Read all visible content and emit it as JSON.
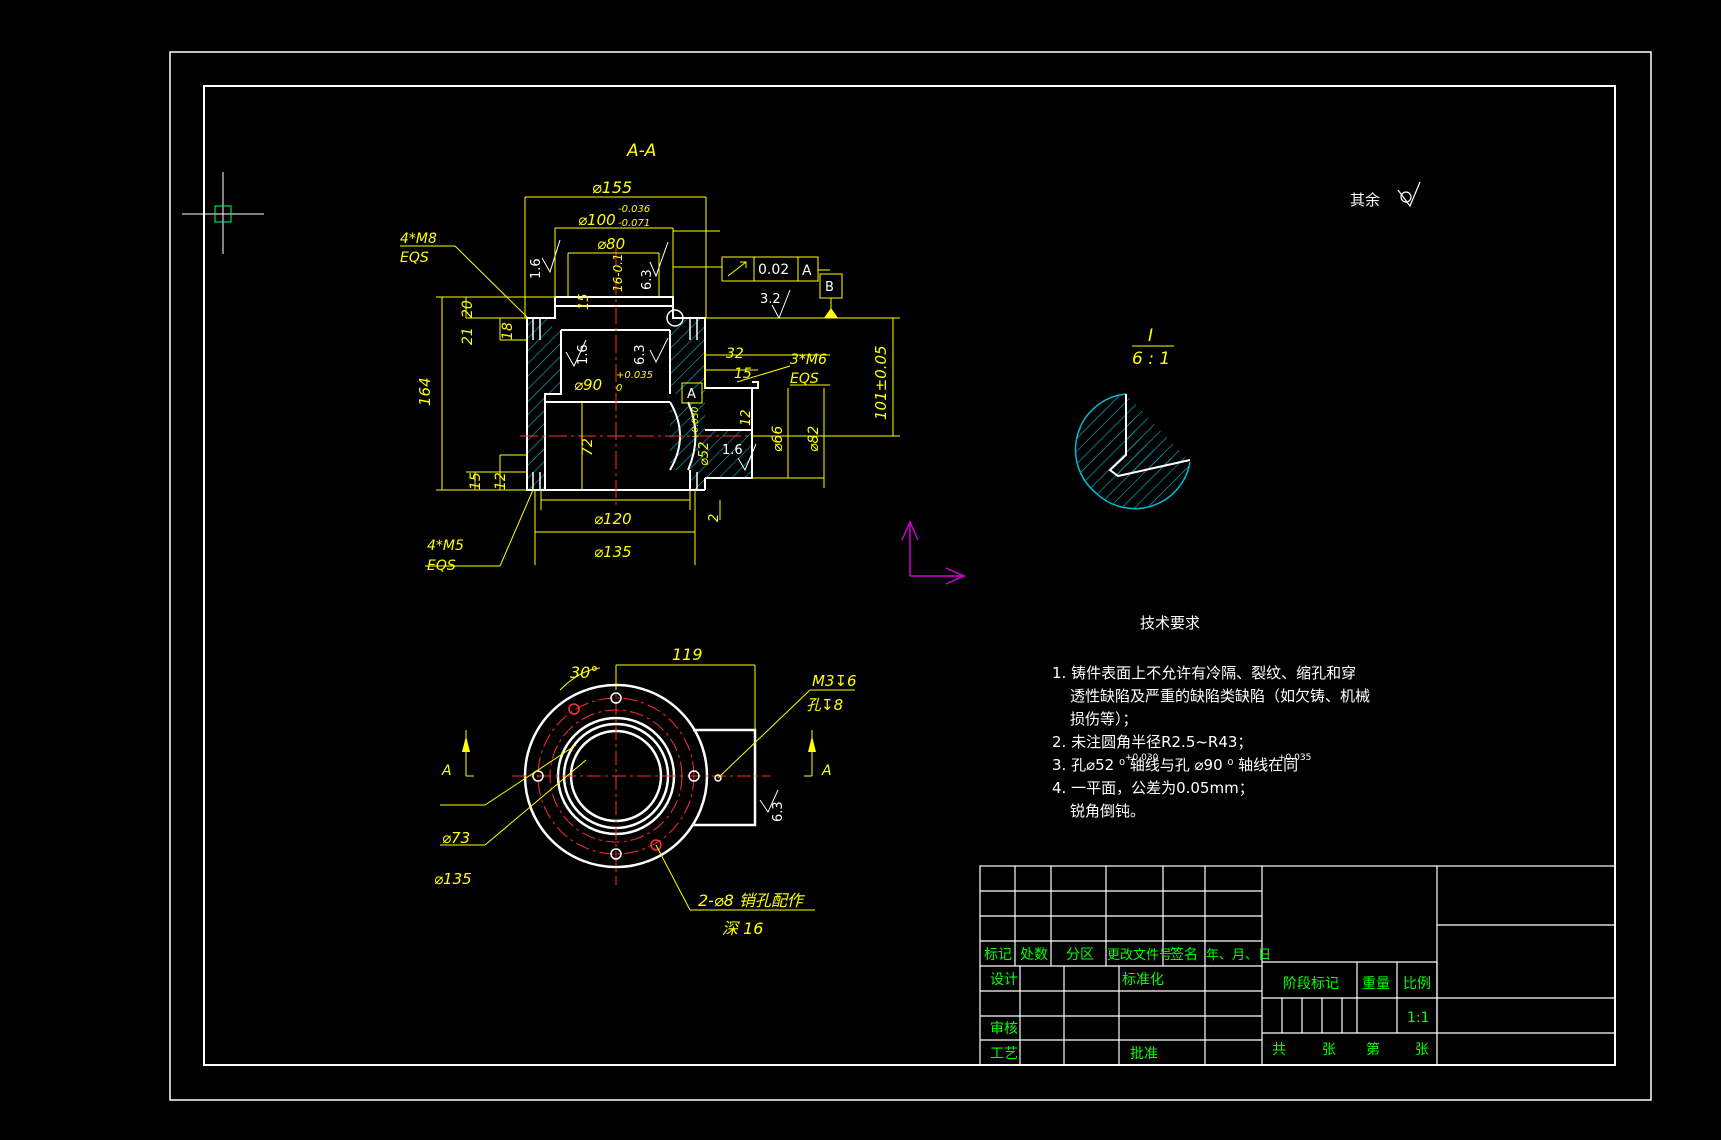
{
  "colors": {
    "background": "#000000",
    "geometry": "#ffffff",
    "dimension": "#ffff00",
    "title_block": "#00ff00",
    "hatch": "#00bcd4",
    "centerline": "#ff3030",
    "ucs": "#d000d0"
  },
  "section_view": {
    "title": "A-A",
    "dims": {
      "d155": "⌀155",
      "d100": "⌀100",
      "d100_upper": "-0.036",
      "d100_lower": "-0.071",
      "d80": "⌀80",
      "thread_top_1": "4*M8",
      "thread_top_2": "EQS",
      "rough_16a": "1.6",
      "dim_16": "16-0.1",
      "rough_63a": "6.3",
      "gt_value": "0.02",
      "gt_datum": "A",
      "datum_b": "B",
      "rough_32": "3.2",
      "d21": "21",
      "d20": "20",
      "d18": "18",
      "d15a": "15",
      "rough_16b": "1.6",
      "rough_63b": "6.3",
      "d164": "164",
      "d90": "⌀90",
      "d90_tol": "+0.035",
      "d90_tol0": "0",
      "datum_a": "A",
      "d32": "32",
      "d15b": "15",
      "thread_side_1": "3*M6",
      "thread_side_2": "EQS",
      "d101": "101±0.05",
      "d72": "72",
      "d52": "⌀52",
      "d52_tol": "+0.030",
      "rough_16c": "1.6",
      "d66": "⌀66",
      "d82": "⌀82",
      "d12a": "12",
      "d15c": "15",
      "d12b": "12",
      "d120": "⌀120",
      "d2": "2",
      "d135": "⌀135",
      "thread_bot_1": "4*M5",
      "thread_bot_2": "EQS"
    }
  },
  "plan_view": {
    "dims": {
      "angle": "30°",
      "d119": "119",
      "m3": "M3↧6",
      "hole": "孔↧8",
      "section_a_left": "A",
      "section_a_right": "A",
      "rough": "6.3",
      "d73": "⌀73",
      "d135": "⌀135",
      "pin": "2-⌀8 销孔配作",
      "depth": "深 16"
    }
  },
  "detail_view": {
    "label": "I",
    "scale": "6 : 1"
  },
  "surface_note": "其余",
  "tech_requirements": {
    "title": "技术要求",
    "lines": [
      "1. 铸件表面上不允许有冷隔、裂纹、缩孔和穿",
      "透性缺陷及严重的缺陷类缺陷（如欠铸、机械",
      "损伤等）；",
      "2. 未注圆角半径R2.5~R43；",
      "3. 孔⌀52  ⁰  轴线与孔 ⌀90  ⁰  轴线在同",
      "4. 一平面，公差为0.05mm；",
      "锐角倒钝。"
    ],
    "tol_52": "+0.030",
    "tol_90": "+0.035"
  },
  "title_block": {
    "headers": [
      "标记",
      "处数",
      "分区",
      "更改文件号",
      "签名",
      "年、月、日"
    ],
    "design": "设计",
    "standard": "标准化",
    "review": "审核",
    "process": "工艺",
    "approve": "批准",
    "stage": "阶段标记",
    "weight": "重量",
    "scale_label": "比例",
    "scale_value": "1:1",
    "total": "共",
    "sheet_unit1": "张",
    "sheet_of": "第",
    "sheet_unit2": "张"
  }
}
